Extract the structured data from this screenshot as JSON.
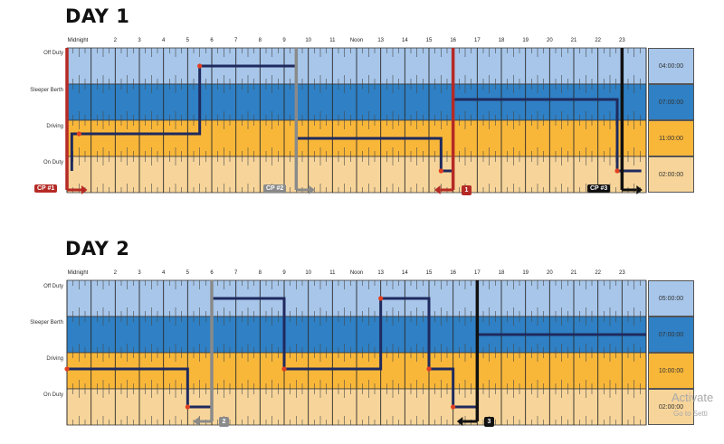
{
  "hours": [
    "Midnight",
    "2",
    "3",
    "4",
    "5",
    "6",
    "7",
    "8",
    "9",
    "10",
    "11",
    "Noon",
    "13",
    "14",
    "15",
    "16",
    "17",
    "18",
    "19",
    "20",
    "21",
    "22",
    "23"
  ],
  "rows": [
    "Off Duty",
    "Sleeper Berth",
    "Driving",
    "On Duty"
  ],
  "colors": {
    "off": "#a7c6ea",
    "sleeper": "#2f80c4",
    "driving": "#f9b73a",
    "onduty": "#f7d59a",
    "line": "#1f2a5e",
    "red": "#b52a25",
    "gray": "#8a8a8a",
    "black": "#111111",
    "dot": "#e04020"
  },
  "day1": {
    "title": "DAY 1",
    "row_labels": [
      "Off Duty",
      "Sleeper Berth",
      "Driving",
      "On Duty"
    ],
    "totals": [
      "04:00:00",
      "07:00:00",
      "11:00:00",
      "02:00:00"
    ],
    "checkpoints": [
      {
        "label": "CP #1",
        "color": "red"
      },
      {
        "label": "CP #2",
        "color": "gray"
      },
      {
        "label": "1",
        "color": "red"
      },
      {
        "label": "CP #3",
        "color": "black"
      }
    ]
  },
  "day2": {
    "title": "DAY 2",
    "row_labels": [
      "Off Duty",
      "Sleeper Berth",
      "Driving",
      "On Duty"
    ],
    "totals": [
      "05:00:00",
      "07:00:00",
      "10:00:00",
      "02:00:00"
    ],
    "checkpoints": [
      {
        "label": "2",
        "color": "gray"
      },
      {
        "label": "3",
        "color": "black"
      }
    ]
  },
  "watermark": {
    "line1": "Activate",
    "line2": "Go to Setti"
  }
}
